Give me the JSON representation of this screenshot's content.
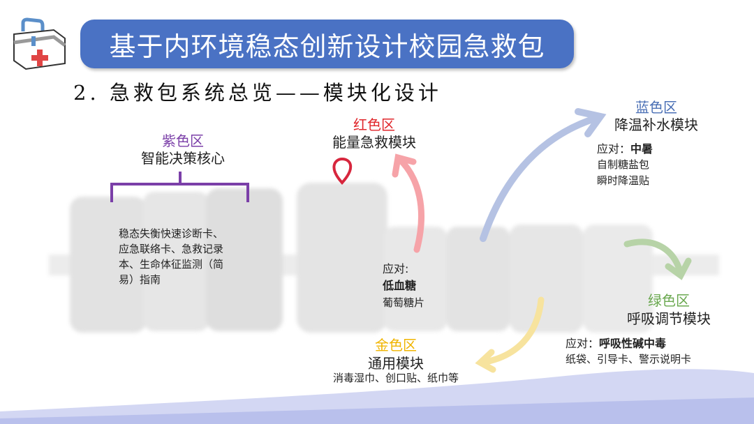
{
  "title": "基于内环境稳态创新设计校园急救包",
  "subtitle": "2. 急救包系统总览——模块化设计",
  "zones": {
    "purple": {
      "name": "紫色区",
      "module": "智能决策核心",
      "items": [
        "稳态失衡快速诊断卡、",
        "应急联络卡、急救记录",
        "本、生命体征监测（简",
        "易）指南"
      ],
      "color": "#7b3fa8"
    },
    "red": {
      "name": "红色区",
      "module": "能量急救模块",
      "respond_label": "应对:",
      "condition": "低血糖",
      "items": [
        "葡萄糖片"
      ],
      "color": "#e0262b"
    },
    "blue": {
      "name": "蓝色区",
      "module": "降温补水模块",
      "respond_label": "应对：",
      "condition": "中暑",
      "items": [
        "自制糖盐包",
        "瞬时降温贴"
      ],
      "color": "#4a6fb5"
    },
    "green": {
      "name": "绿色区",
      "module": "呼吸调节模块",
      "respond_label": "应对：",
      "condition": "呼吸性碱中毒",
      "items": [
        "纸袋、引导卡、警示说明卡"
      ],
      "color": "#6aa84f"
    },
    "gold": {
      "name": "金色区",
      "module": "通用模块",
      "items": [
        "消毒湿巾、创口贴、纸巾等"
      ],
      "color": "#f0b400"
    }
  }
}
